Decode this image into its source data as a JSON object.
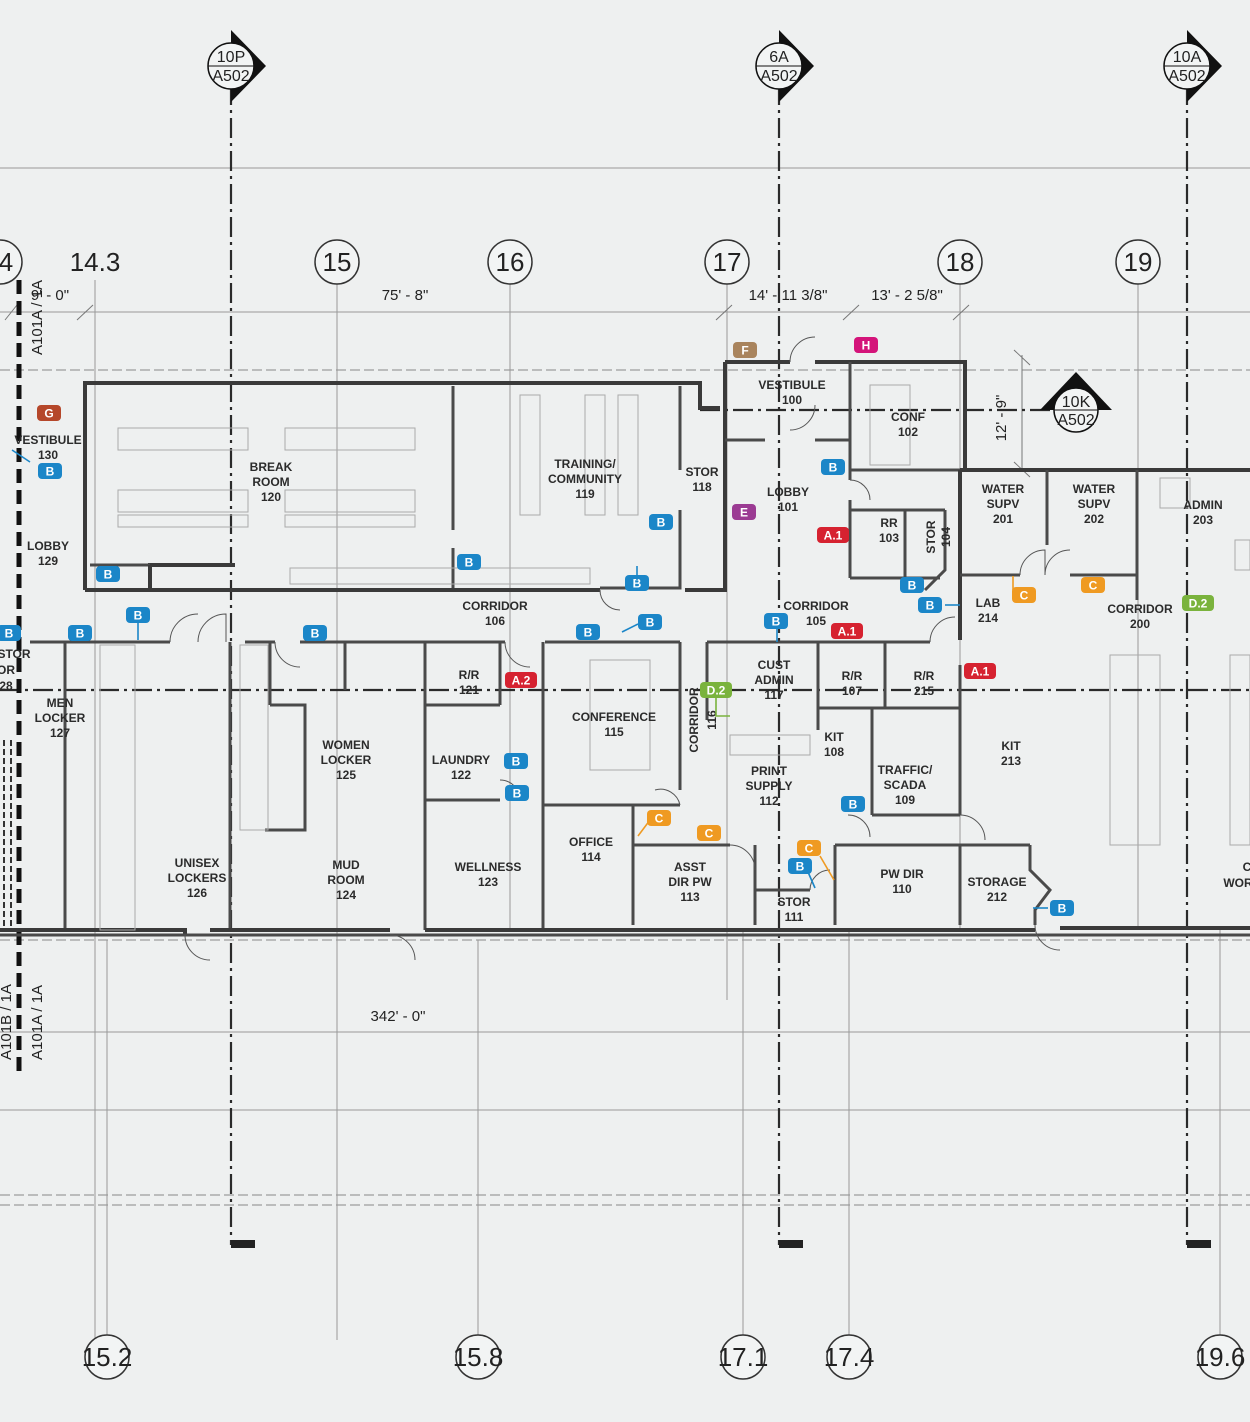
{
  "section_markers": [
    {
      "top": "10P",
      "bottom": "A502"
    },
    {
      "top": "6A",
      "bottom": "A502"
    },
    {
      "top": "10A",
      "bottom": "A502"
    },
    {
      "top": "10K",
      "bottom": "A502"
    }
  ],
  "grid_bubbles_top": [
    "4",
    "14.3",
    "15",
    "16",
    "17",
    "18",
    "19"
  ],
  "grid_bubbles_bottom": [
    "15.2",
    "15.8",
    "17.1",
    "17.4",
    "19.6"
  ],
  "dimensions": {
    "d1": "9' - 0\"",
    "d2": "75' - 8\"",
    "d3": "14' - 11 3/8\"",
    "d4": "13' - 2 5/8\"",
    "d5": "12' - 9\"",
    "d6": "342' - 0\""
  },
  "match_lines": {
    "top": "A101A / 1A",
    "bottom_left": "A101B / 1A",
    "bottom_right": "A101A / 1A"
  },
  "rooms": [
    {
      "name": "VESTIBULE",
      "number": "130"
    },
    {
      "name": "LOBBY",
      "number": "129"
    },
    {
      "name": "BREAK\nROOM",
      "number": "120"
    },
    {
      "name": "TRAINING/\nCOMMUNITY",
      "number": "119"
    },
    {
      "name": "STOR",
      "number": "118"
    },
    {
      "name": "VESTIBULE",
      "number": "100"
    },
    {
      "name": "CONF",
      "number": "102"
    },
    {
      "name": "LOBBY",
      "number": "101"
    },
    {
      "name": "RR",
      "number": "103"
    },
    {
      "name": "STOR",
      "number": "104"
    },
    {
      "name": "WATER\nSUPV",
      "number": "201"
    },
    {
      "name": "WATER\nSUPV",
      "number": "202"
    },
    {
      "name": "ADMIN",
      "number": "203"
    },
    {
      "name": "CORRIDOR",
      "number": "106"
    },
    {
      "name": "CORRIDOR",
      "number": "105"
    },
    {
      "name": "LAB",
      "number": "214"
    },
    {
      "name": "CORRIDOR",
      "number": "200"
    },
    {
      "name": "MEN\nLOCKER",
      "number": "127"
    },
    {
      "name": "WOMEN\nLOCKER",
      "number": "125"
    },
    {
      "name": "R/R",
      "number": "121"
    },
    {
      "name": "LAUNDRY",
      "number": "122"
    },
    {
      "name": "CONFERENCE",
      "number": "115"
    },
    {
      "name": "CUST\nADMIN",
      "number": "117"
    },
    {
      "name": "R/R",
      "number": "107"
    },
    {
      "name": "R/R",
      "number": "215"
    },
    {
      "name": "KIT",
      "number": "108"
    },
    {
      "name": "KIT",
      "number": "213"
    },
    {
      "name": "PRINT\nSUPPLY",
      "number": "112"
    },
    {
      "name": "TRAFFIC/\nSCADA",
      "number": "109"
    },
    {
      "name": "OFFICE",
      "number": "114"
    },
    {
      "name": "UNISEX\nLOCKERS",
      "number": "126"
    },
    {
      "name": "MUD\nROOM",
      "number": "124"
    },
    {
      "name": "WELLNESS",
      "number": "123"
    },
    {
      "name": "ASST\nDIR PW",
      "number": "113"
    },
    {
      "name": "STOR",
      "number": "111"
    },
    {
      "name": "PW DIR",
      "number": "110"
    },
    {
      "name": "STORAGE",
      "number": "212"
    }
  ],
  "corridor_116": {
    "name": "CORRIDOR",
    "number": "116"
  },
  "partial_labels": {
    "stor_partial": "STOR",
    "or_partial": "OR",
    "num_28": "28",
    "wor_partial": "WOR",
    "c_partial": "C"
  },
  "tags": [
    {
      "label": "G",
      "color": "#b5472a"
    },
    {
      "label": "F",
      "color": "#a9845d"
    },
    {
      "label": "H",
      "color": "#d4147a"
    },
    {
      "label": "E",
      "color": "#9b3b93"
    },
    {
      "label": "B",
      "color": "#1b86c8"
    },
    {
      "label": "A.1",
      "color": "#d62230"
    },
    {
      "label": "A.2",
      "color": "#d62230"
    },
    {
      "label": "C",
      "color": "#ef9a22"
    },
    {
      "label": "D.2",
      "color": "#7ab33d"
    }
  ]
}
